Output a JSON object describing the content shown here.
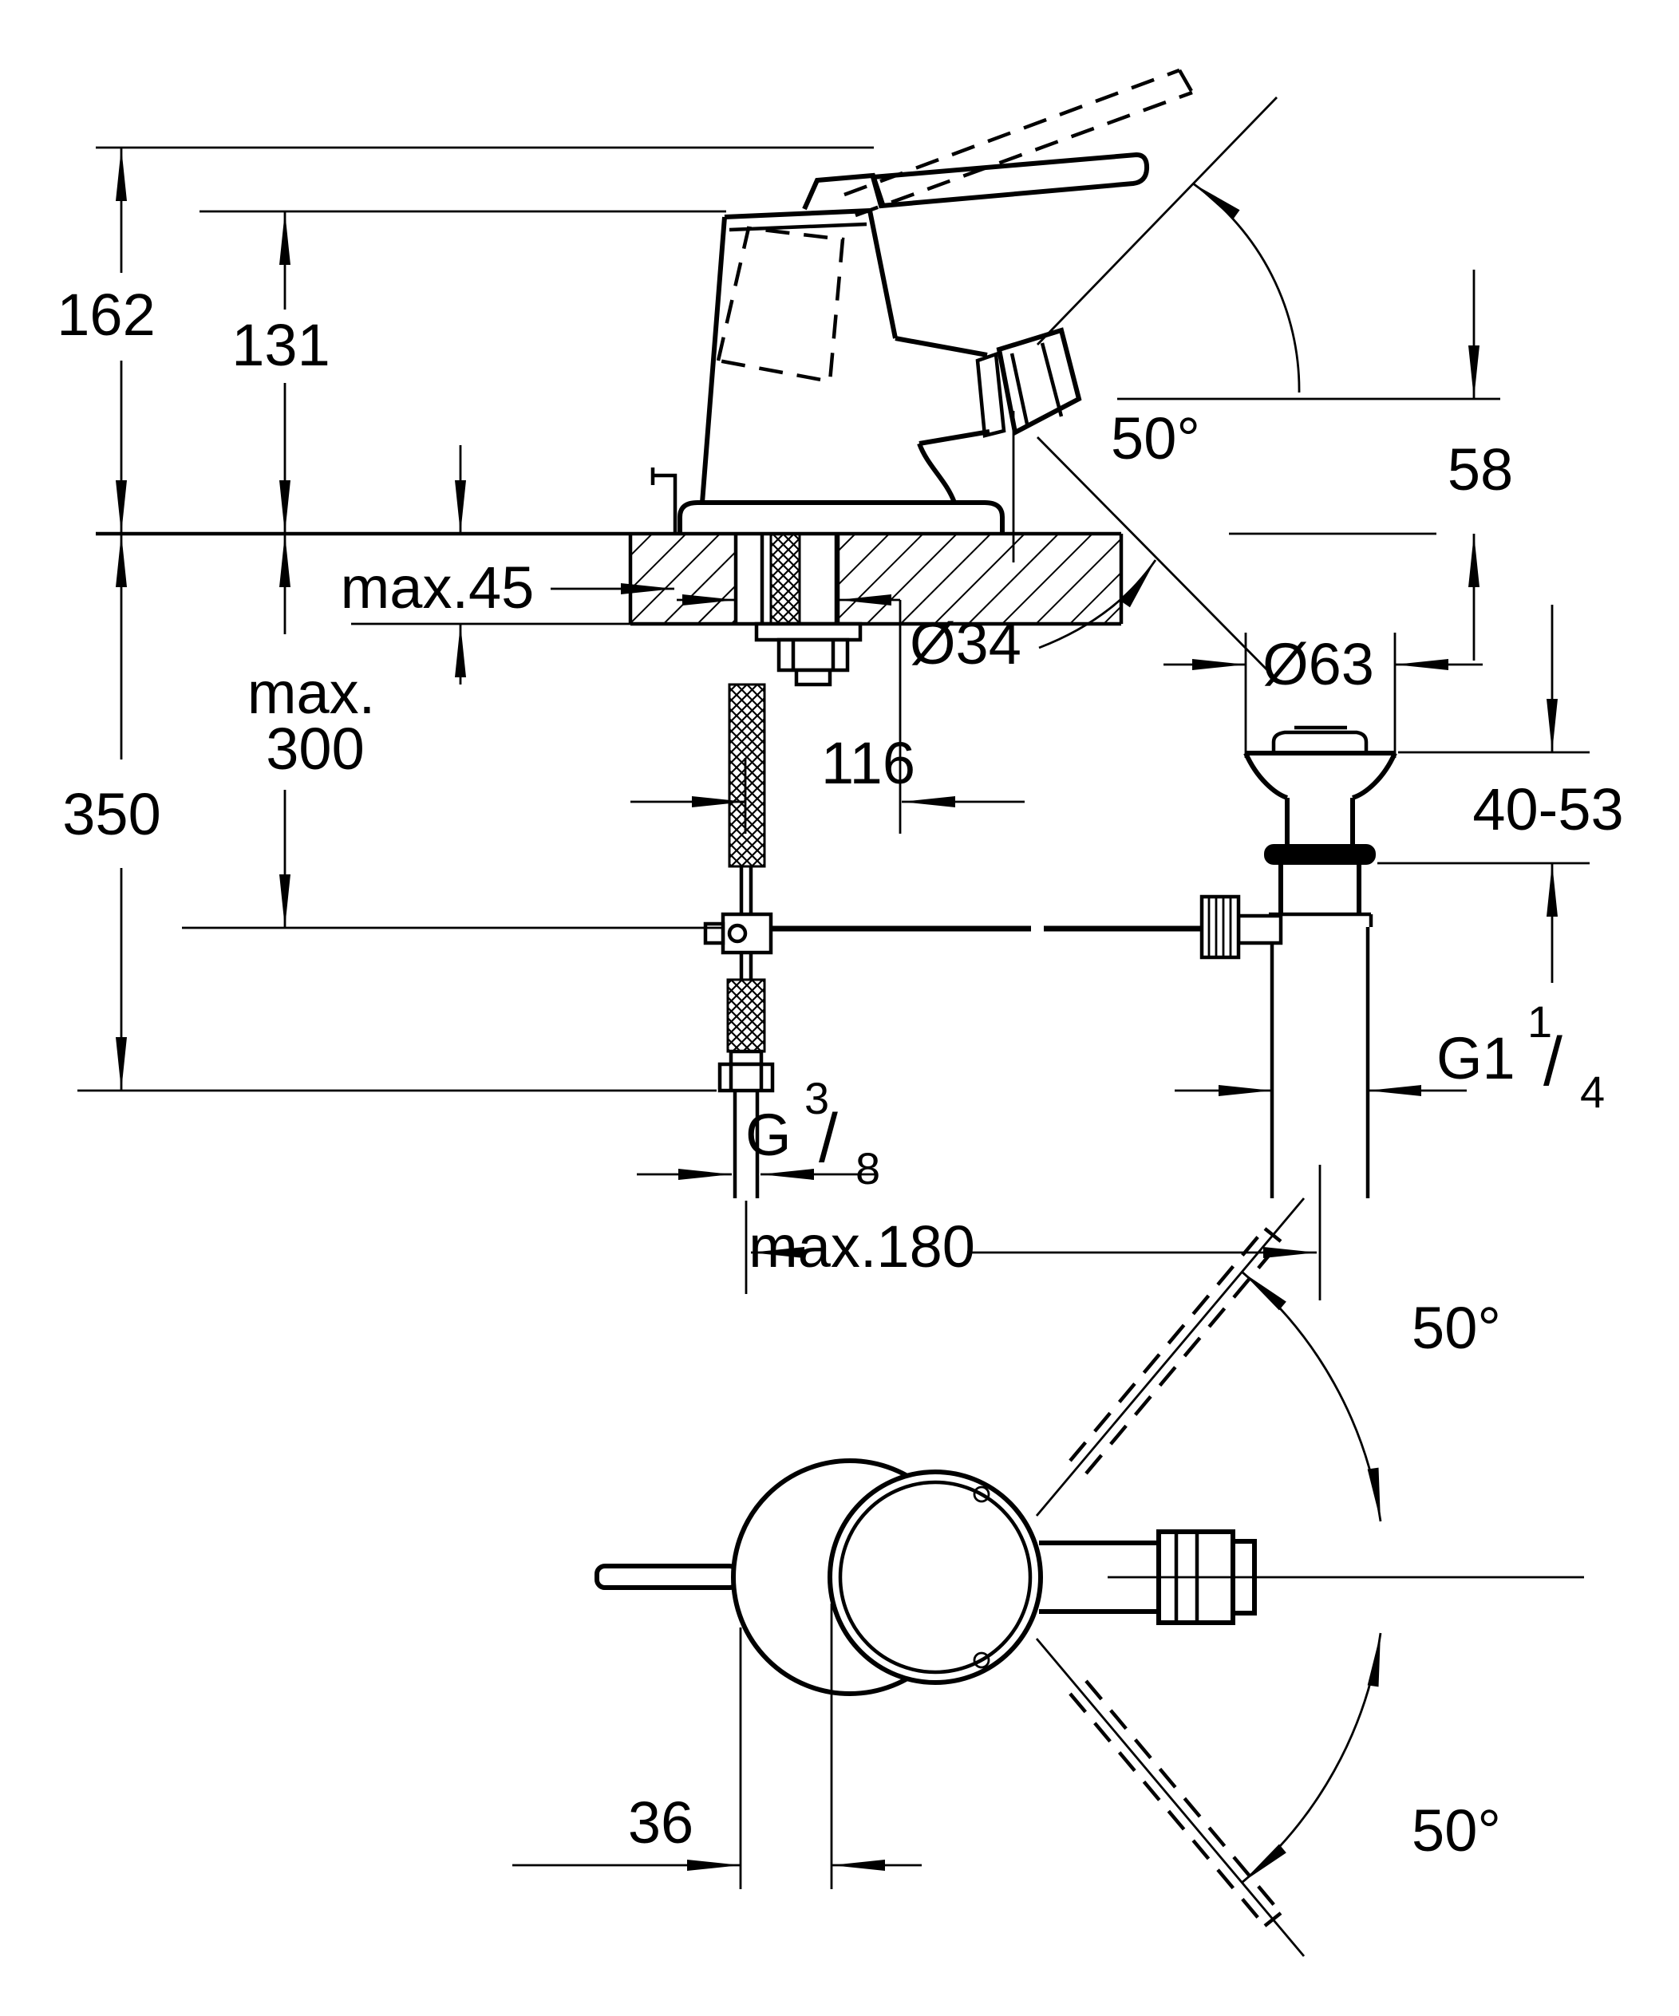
{
  "colors": {
    "background": "#ffffff",
    "ink": "#000000"
  },
  "main_view": {
    "dim_162": "162",
    "dim_131": "131",
    "dim_350": "350",
    "dim_max45": "max.45",
    "dim_max300_line1": "max.",
    "dim_max300_line2": "300",
    "dim_hole_diameter": "Ø34",
    "dim_spout_angle": "50°",
    "dim_58": "58",
    "dim_flange_diameter": "Ø63",
    "dim_clamping_range": "40-53",
    "dim_116": "116",
    "dim_max180": "max.180",
    "thread_drain": {
      "base": "G1",
      "sup": "1",
      "slash": "/",
      "sub": "4"
    },
    "thread_supply": {
      "base": "G",
      "sup": "3",
      "slash": "/",
      "sub": "8"
    }
  },
  "top_view": {
    "dim_36": "36",
    "dim_swivel_up": "50°",
    "dim_swivel_down": "50°"
  }
}
